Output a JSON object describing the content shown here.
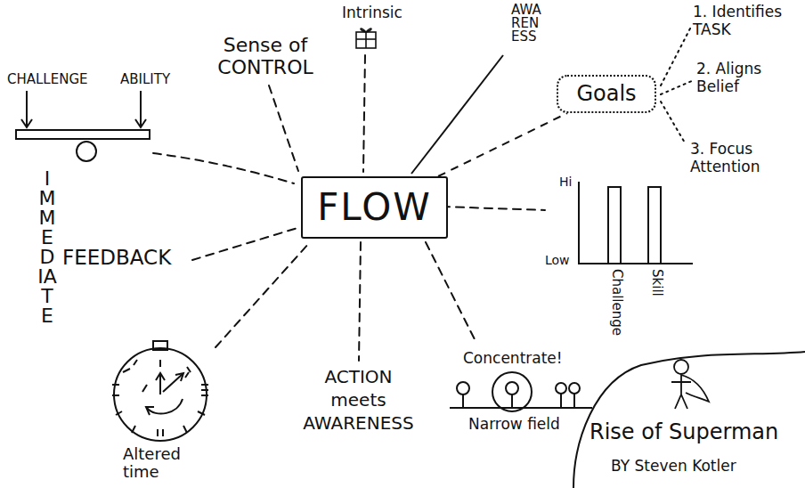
{
  "diagram": {
    "nodes": [
      {
        "text": [
          "Goals"
        ]
      },
      {
        "text": [
          "FLOW"
        ]
      },
      {
        "text": [
          "Rise of Superman",
          "BY Steven Kotler"
        ]
      }
    ],
    "edges": [
      {
        "from": 1,
        "to": 0,
        "arrow": "none"
      }
    ],
    "labels": [
      "CHALLENGE",
      "ABILITY",
      "Sense of CONTROL",
      "Intrinsic",
      "AWARENESS",
      "1. Identifies TASK",
      "2. Aligns Belief",
      "3. Focus Attention",
      "IMMEDIATE",
      "FEEDBACK",
      "Hi",
      "Low",
      "Challenge",
      "Skill",
      "Altered time",
      "ACTION meets AWARENESS",
      "Concentrate!",
      "Narrow field"
    ]
  }
}
